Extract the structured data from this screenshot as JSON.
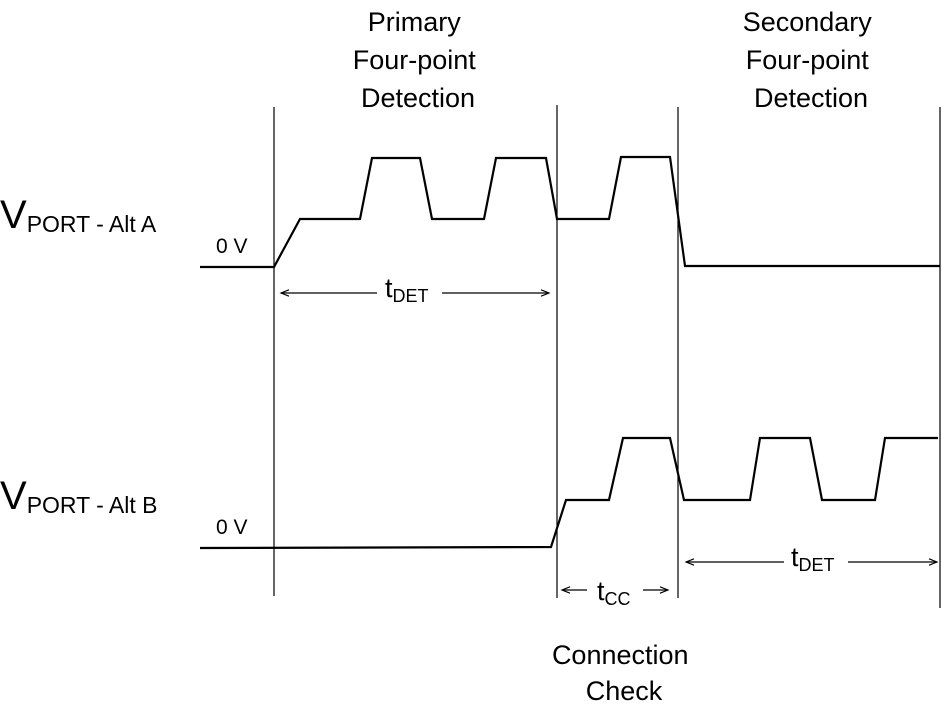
{
  "headers": {
    "primary": [
      "Primary",
      "Four-point",
      "Detection"
    ],
    "secondary": [
      "Secondary",
      "Four-point",
      "Detection"
    ],
    "connection": [
      "Connection",
      "Check"
    ]
  },
  "signals": {
    "a": {
      "main": "V",
      "sub": "PORT - Alt A",
      "zero": "0 V"
    },
    "b": {
      "main": "V",
      "sub": "PORT - Alt B",
      "zero": "0 V"
    }
  },
  "timings": {
    "det_a": {
      "main": "t",
      "sub": "DET"
    },
    "cc": {
      "main": "t",
      "sub": "CC"
    },
    "det_b": {
      "main": "t",
      "sub": "DET"
    }
  }
}
